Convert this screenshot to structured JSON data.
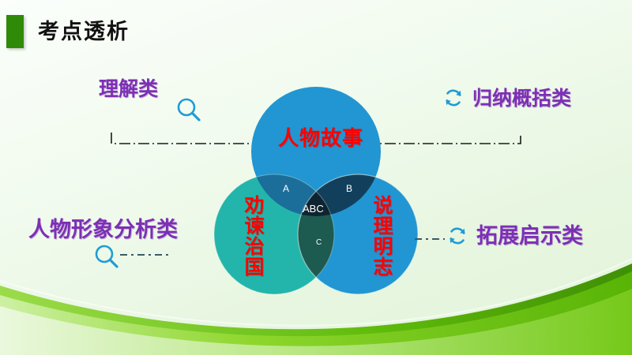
{
  "slide": {
    "title": "考点透析",
    "accent_green": "#2f8a08",
    "background": "#eef8ea"
  },
  "categories": [
    {
      "id": "understand",
      "label": "理解类",
      "icon": "magnifier-icon",
      "color": "#7d2fb5"
    },
    {
      "id": "summary",
      "label": "归纳概括类",
      "icon": "refresh-icon",
      "color": "#7d2fb5"
    },
    {
      "id": "character",
      "label": "人物形象分析类",
      "icon": "magnifier-icon",
      "color": "#7d2fb5"
    },
    {
      "id": "extend",
      "label": "拓展启示类",
      "icon": "refresh-icon",
      "color": "#7d2fb5"
    }
  ],
  "venn": {
    "circles": [
      {
        "id": "top",
        "label": "人物故事",
        "fill": "#2196d3",
        "text_color": "#ff0000"
      },
      {
        "id": "left",
        "label": "劝谏治国",
        "fill": "#23b5ab",
        "text_color": "#ff0000"
      },
      {
        "id": "right",
        "label": "说理明志",
        "fill": "#2196d3",
        "text_color": "#ff0000"
      }
    ],
    "sections": [
      {
        "id": "a",
        "label": "A",
        "fill": "#1b6e99"
      },
      {
        "id": "b",
        "label": "B",
        "fill": "#12405c"
      },
      {
        "id": "abc",
        "label": "ABC",
        "fill": "#0e2430"
      },
      {
        "id": "c",
        "label": "C",
        "fill": "#1d5a50"
      }
    ]
  },
  "decor": {
    "wave_light": "#a8e063",
    "wave_mid": "#6ac613",
    "wave_dark": "#4ba40a",
    "icon_color": "#1f9cd6",
    "dash_color": "#1a1a1a"
  }
}
